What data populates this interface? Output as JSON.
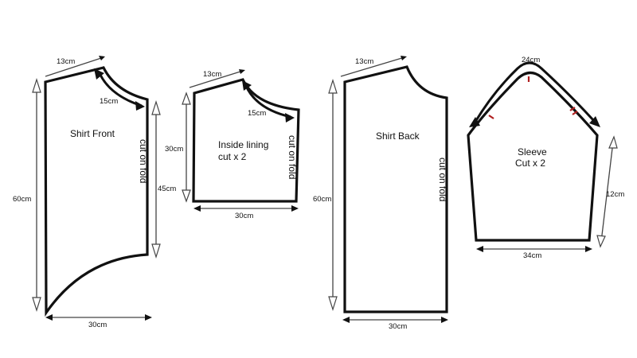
{
  "colors": {
    "outline": "#111111",
    "dimension": "#444444",
    "notch": "#b02020",
    "background": "#ffffff"
  },
  "pieces": {
    "shirt_front": {
      "title": "Shirt Front",
      "shoulder": "13cm",
      "neck_curve": "15cm",
      "length": "60cm",
      "fold_length": "45cm",
      "width": "30cm",
      "fold_note": "cut on fold"
    },
    "inside_lining": {
      "title_line1": "Inside lining",
      "title_line2": "cut x 2",
      "shoulder": "13cm",
      "neck_curve": "15cm",
      "height": "30cm",
      "width": "30cm",
      "fold_note": "cut on fold"
    },
    "shirt_back": {
      "title": "Shirt Back",
      "shoulder": "13cm",
      "length": "60cm",
      "width": "30cm",
      "fold_note": "cut on fold"
    },
    "sleeve": {
      "title_line1": "Sleeve",
      "title_line2": "Cut x 2",
      "cap_curve": "24cm",
      "side": "12cm",
      "width": "34cm"
    }
  }
}
